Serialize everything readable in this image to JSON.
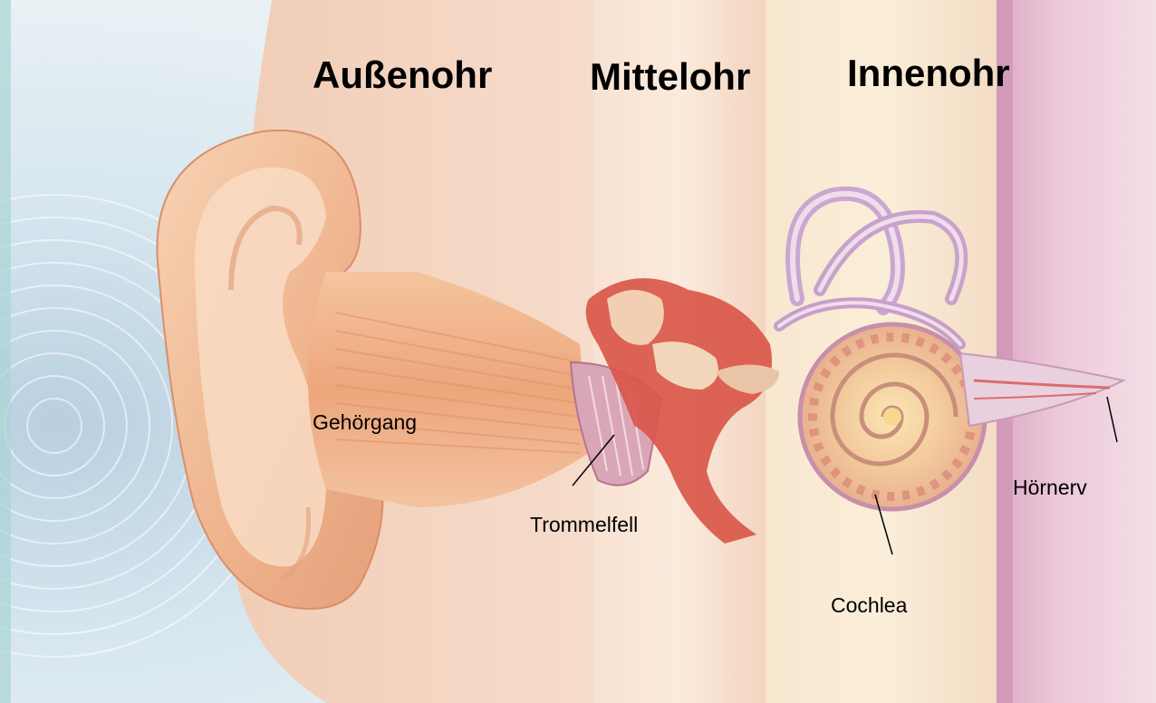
{
  "sections": {
    "outer": "Außenohr",
    "middle": "Mittelohr",
    "inner": "Innenohr"
  },
  "labels": {
    "ear_canal": "Gehörgang",
    "eardrum": "Trommelfell",
    "cochlea": "Cochlea",
    "auditory_nerve": "Hörnerv"
  },
  "colors": {
    "background_waves": "#cfe3ee",
    "outer_band": "#f3d6c2",
    "middle_band": "#f5dccc",
    "inner_band": "#f7dfc0",
    "nerve_band": "#e6bfd3",
    "ear_skin": "#f0b88f",
    "middle_ear_tissue": "#d9574a",
    "cochlea": "#f2c79a"
  }
}
